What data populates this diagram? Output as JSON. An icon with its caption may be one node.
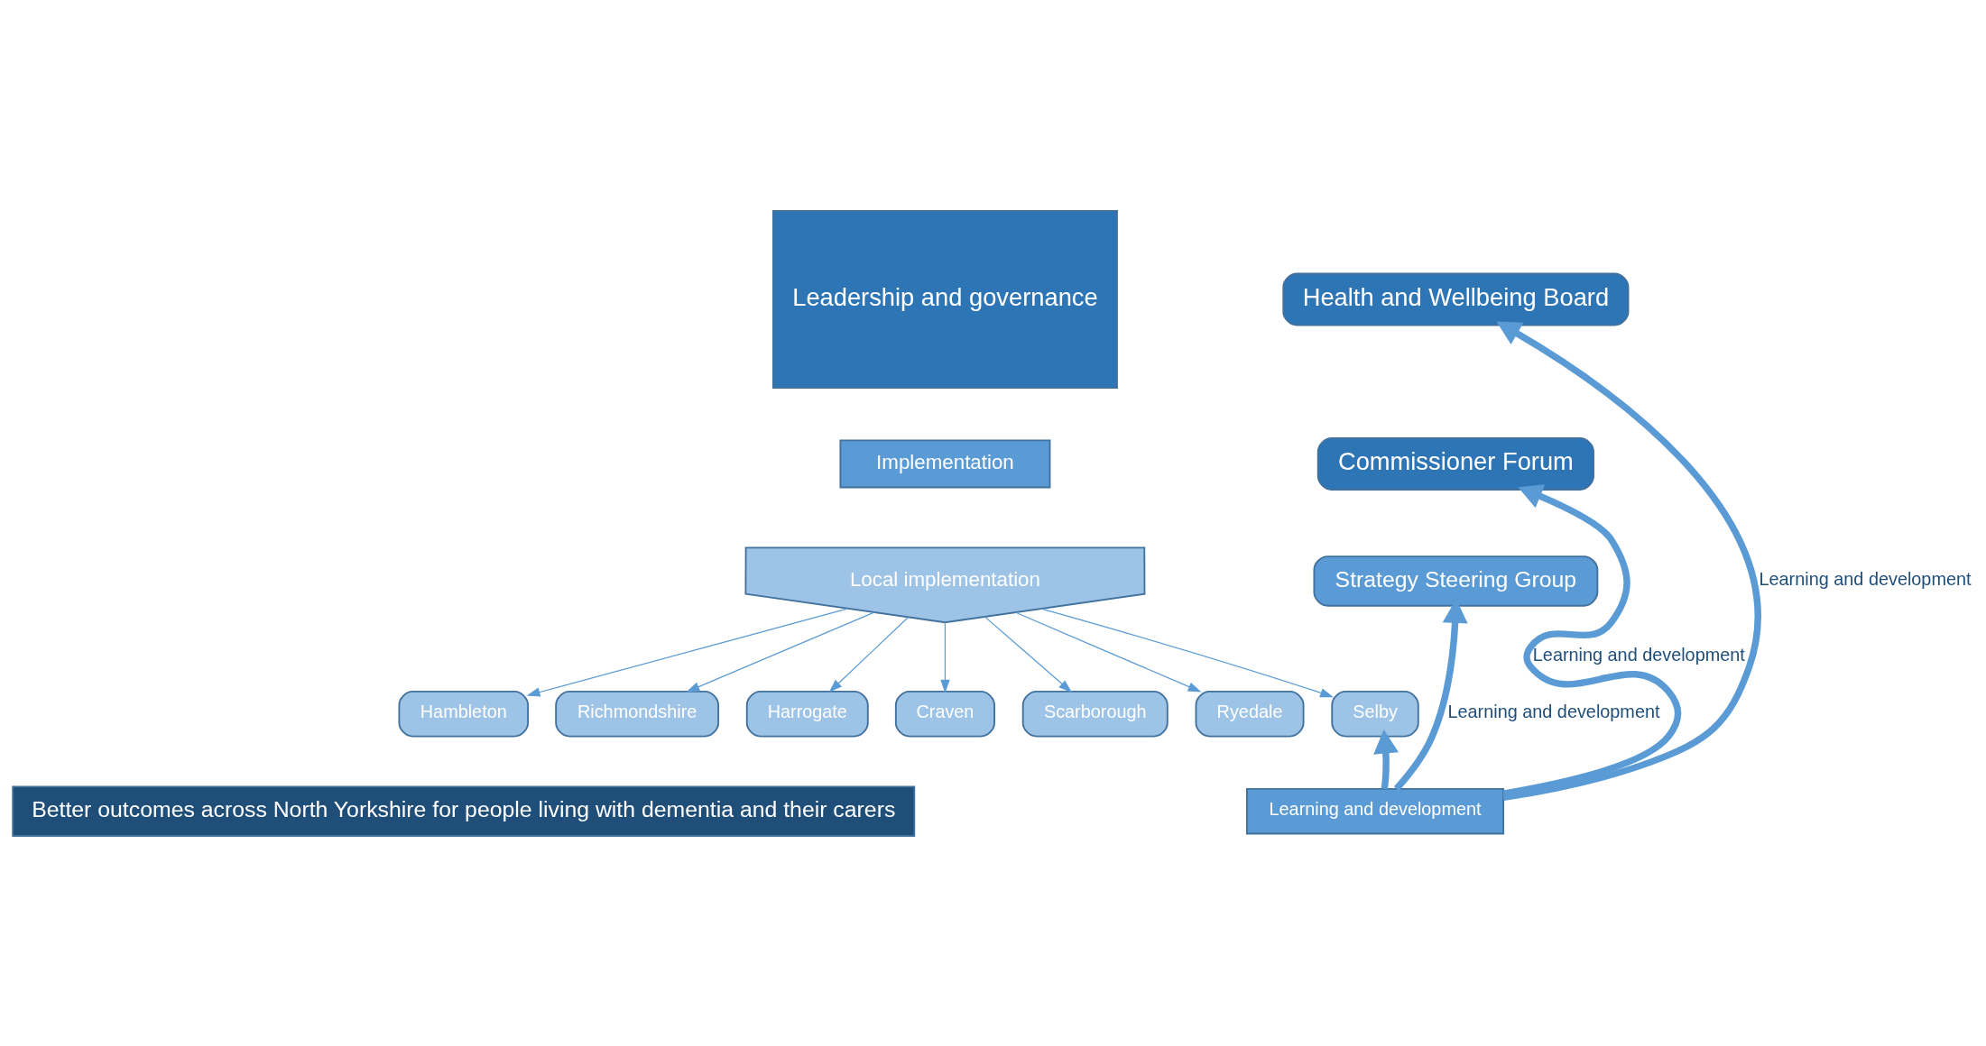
{
  "diagram": {
    "nodes": [
      {
        "text": [
          "Leadership and governance"
        ]
      },
      {
        "text": [
          "Implementation"
        ]
      },
      {
        "text": [
          "Local implementation"
        ]
      },
      {
        "text": [
          "Health and Wellbeing Board"
        ]
      },
      {
        "text": [
          "Commissioner Forum"
        ]
      },
      {
        "text": [
          "Strategy Steering Group"
        ]
      },
      {
        "text": [
          "Hambleton"
        ]
      },
      {
        "text": [
          "Richmondshire"
        ]
      },
      {
        "text": [
          "Harrogate"
        ]
      },
      {
        "text": [
          "Craven"
        ]
      },
      {
        "text": [
          "Scarborough"
        ]
      },
      {
        "text": [
          "Ryedale"
        ]
      },
      {
        "text": [
          "Selby"
        ]
      },
      {
        "text": [
          "Better outcomes across North Yorkshire for people living with dementia and their carers"
        ]
      },
      {
        "text": [
          "Learning and development"
        ]
      }
    ],
    "edges": [
      {
        "from": 2,
        "to": 6,
        "arrow": "to"
      },
      {
        "from": 2,
        "to": 7,
        "arrow": "to"
      },
      {
        "from": 2,
        "to": 8,
        "arrow": "to"
      },
      {
        "from": 2,
        "to": 9,
        "arrow": "to"
      },
      {
        "from": 2,
        "to": 10,
        "arrow": "to"
      },
      {
        "from": 2,
        "to": 11,
        "arrow": "to"
      },
      {
        "from": 2,
        "to": 12,
        "arrow": "to"
      },
      {
        "from": 14,
        "to": 3,
        "arrow": "to",
        "label": "Learning and development",
        "style": "thick"
      },
      {
        "from": 14,
        "to": 4,
        "arrow": "to",
        "label": "Learning and development",
        "style": "thick"
      },
      {
        "from": 14,
        "to": 5,
        "arrow": "to",
        "label": "Learning and development",
        "style": "thick"
      },
      {
        "from": 14,
        "to": 12,
        "arrow": "to",
        "style": "thick"
      }
    ]
  }
}
